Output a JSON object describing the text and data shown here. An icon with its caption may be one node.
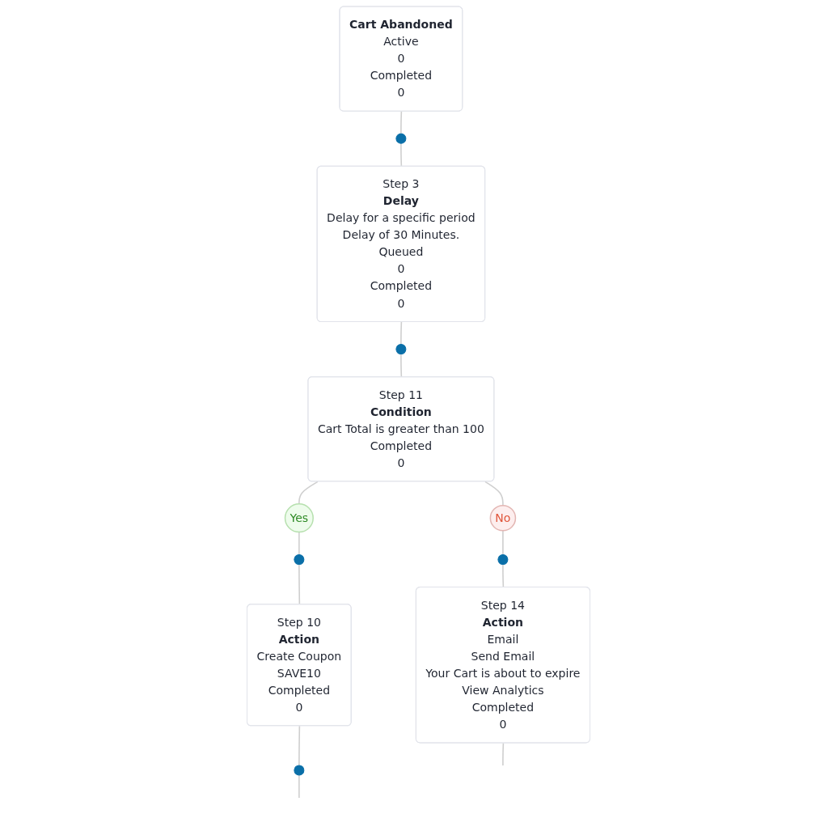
{
  "diagram": {
    "nodes": [
      {
        "text": [
          "Cart Abandoned",
          "Active",
          "0",
          "Completed",
          "0"
        ]
      },
      {
        "text": [],
        "shape": "circle"
      },
      {
        "text": [
          "Step 3",
          "Delay",
          "Delay for a specific period",
          "Delay of 30 Minutes.",
          "Queued",
          "0",
          "Completed",
          "0"
        ]
      },
      {
        "text": [],
        "shape": "circle"
      },
      {
        "text": [
          "Step 11",
          "Condition",
          "Cart Total is greater than 100",
          "Completed",
          "0"
        ]
      },
      {
        "text": [
          "Yes"
        ]
      },
      {
        "text": [
          "No"
        ]
      },
      {
        "text": [],
        "shape": "circle"
      },
      {
        "text": [],
        "shape": "circle"
      },
      {
        "text": [
          "Step 10",
          "Action",
          "Create Coupon",
          "SAVE10",
          "Completed",
          "0"
        ]
      },
      {
        "text": [
          "Step 14",
          "Action",
          "Email",
          "Send Email",
          "Your Cart is about to expire",
          "View Analytics",
          "Completed",
          "0"
        ]
      },
      {
        "text": [],
        "shape": "circle"
      }
    ],
    "edges": [
      {
        "from": 0,
        "to": 1,
        "arrow": "none"
      },
      {
        "from": 1,
        "to": 2,
        "arrow": "none"
      },
      {
        "from": 2,
        "to": 3,
        "arrow": "none"
      },
      {
        "from": 3,
        "to": 4,
        "arrow": "none"
      },
      {
        "from": 4,
        "to": 5,
        "arrow": "none"
      },
      {
        "from": 4,
        "to": 6,
        "arrow": "none"
      },
      {
        "from": 5,
        "to": 7,
        "arrow": "none"
      },
      {
        "from": 6,
        "to": 8,
        "arrow": "none"
      },
      {
        "from": 7,
        "to": 9,
        "arrow": "none"
      },
      {
        "from": 8,
        "to": 10,
        "arrow": "none"
      },
      {
        "from": 9,
        "to": 11,
        "arrow": "none"
      },
      {
        "from": 11,
        "to": null,
        "arrow": "none"
      },
      {
        "from": 10,
        "to": null,
        "arrow": "none"
      }
    ]
  }
}
